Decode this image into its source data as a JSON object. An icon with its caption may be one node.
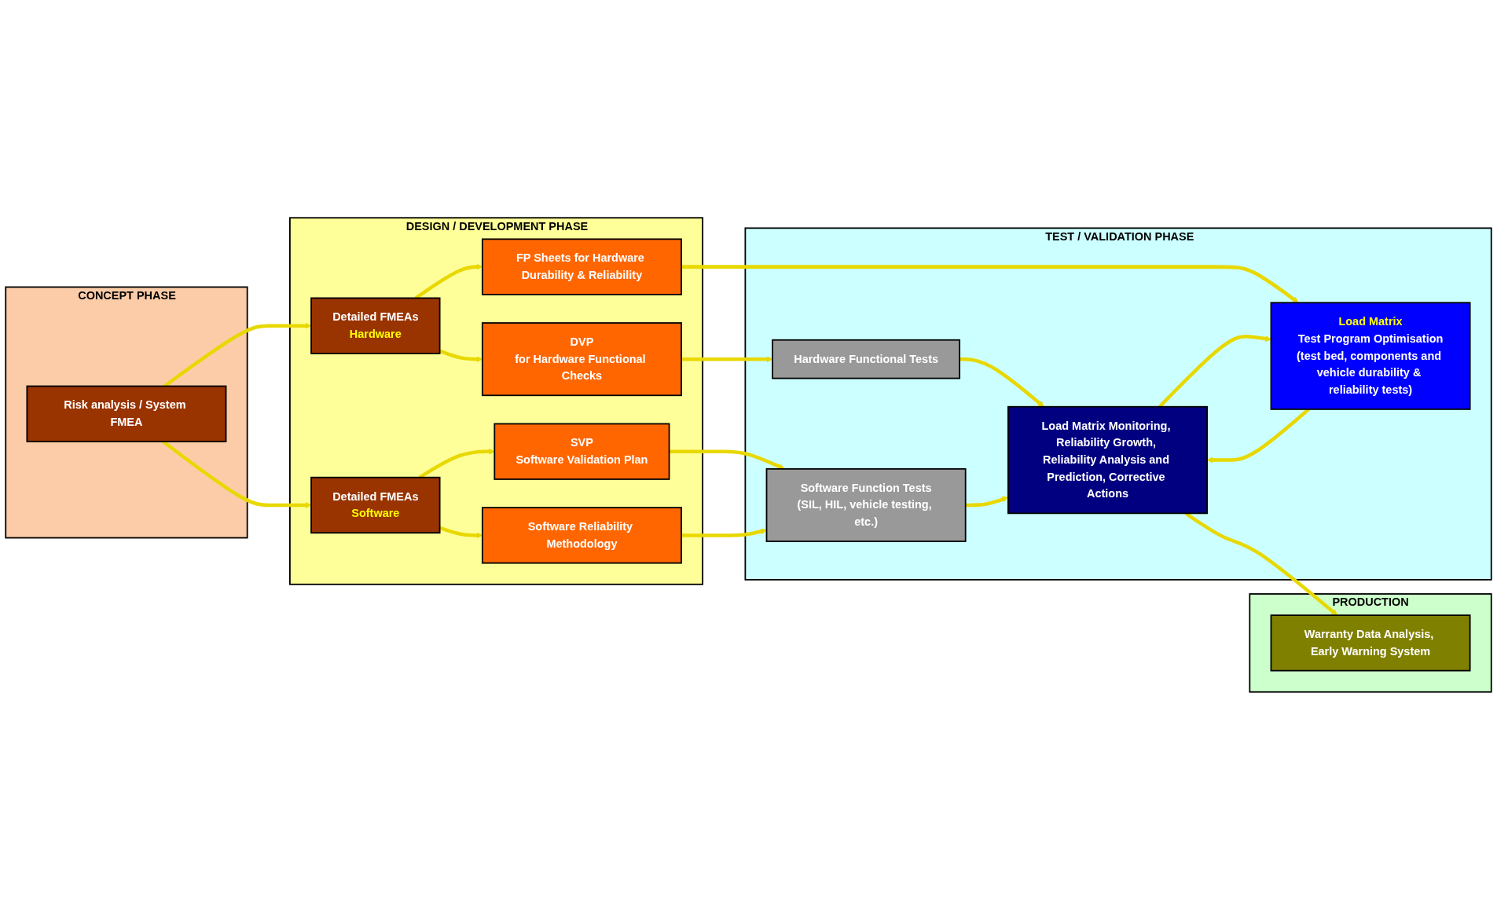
{
  "diagram": {
    "nodes": [
      {
        "text": [
          "CONCEPT PHASE"
        ]
      },
      {
        "text": [
          "Risk analysis / System FMEA"
        ],
        "in": 0
      },
      {
        "text": [
          "DESIGN / DEVELOPMENT PHASE"
        ]
      },
      {
        "text": [
          "Detailed FMEAs",
          "Hardware"
        ],
        "in": 2
      },
      {
        "text": [
          "DVP",
          "for Hardware Functional Checks"
        ],
        "in": 2
      },
      {
        "text": [
          "FP Sheets for Hardware Durability & Reliability"
        ],
        "in": 2
      },
      {
        "text": [
          "Detailed FMEAs",
          "Software"
        ],
        "in": 2
      },
      {
        "text": [
          "SVP",
          "Software Validation Plan"
        ],
        "in": 2
      },
      {
        "text": [
          "Software Reliability Methodology"
        ],
        "in": 2
      },
      {
        "text": [
          "TEST / VALIDATION PHASE"
        ]
      },
      {
        "text": [
          "Hardware Functional Tests"
        ],
        "in": 9
      },
      {
        "text": [
          "Load Matrix",
          "Test Program Optimisation",
          "(test bed, components and vehicle durability & reliability tests)"
        ],
        "in": 9
      },
      {
        "text": [
          "Software Function Tests",
          "(SIL, HIL, vehicle testing, etc.)"
        ],
        "in": 9
      },
      {
        "text": [
          "Load Matrix Monitoring, Reliability Growth, Reliability Analysis and Prediction, Corrective Actions"
        ],
        "in": 9
      },
      {
        "text": [
          "PRODUCTION"
        ]
      },
      {
        "text": [
          "Warranty Data Analysis, Early Warning System"
        ],
        "in": 14
      }
    ],
    "edges": [
      {
        "from": 1,
        "to": 3,
        "arrow": "to"
      },
      {
        "from": 1,
        "to": 6,
        "arrow": "to"
      },
      {
        "from": 3,
        "to": 4,
        "arrow": "to"
      },
      {
        "from": 3,
        "to": 5,
        "arrow": "to"
      },
      {
        "from": 6,
        "to": 7,
        "arrow": "to"
      },
      {
        "from": 6,
        "to": 8,
        "arrow": "to"
      },
      {
        "from": 4,
        "to": 10,
        "arrow": "to"
      },
      {
        "from": 5,
        "to": 11,
        "arrow": "to"
      },
      {
        "from": 7,
        "to": 12,
        "arrow": "to"
      },
      {
        "from": 8,
        "to": 12,
        "arrow": "to"
      },
      {
        "from": 10,
        "to": 13,
        "arrow": "to"
      },
      {
        "from": 11,
        "to": 13,
        "arrow": "to"
      },
      {
        "from": 13,
        "to": 11,
        "arrow": "to"
      },
      {
        "from": 12,
        "to": 13,
        "arrow": "to"
      },
      {
        "from": 13,
        "to": 15,
        "arrow": "to"
      }
    ]
  }
}
